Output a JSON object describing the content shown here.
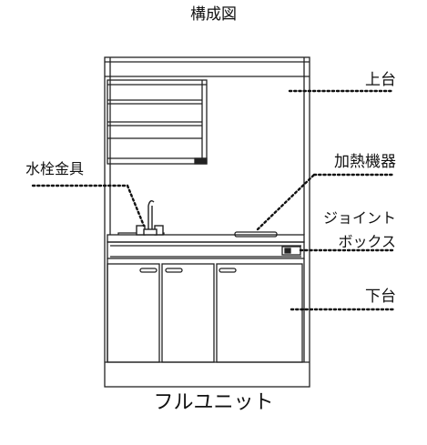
{
  "title": "構成図",
  "caption": "フルユニット",
  "labels": {
    "upper_cabinet": "上台",
    "heater": "加熱機器",
    "joint_box_line1": "ジョイント",
    "joint_box_line2": "ボックス",
    "lower_cabinet": "下台",
    "faucet": "水栓金具"
  },
  "colors": {
    "line": "#222222",
    "leader_dots": "#111111",
    "background": "#ffffff"
  }
}
